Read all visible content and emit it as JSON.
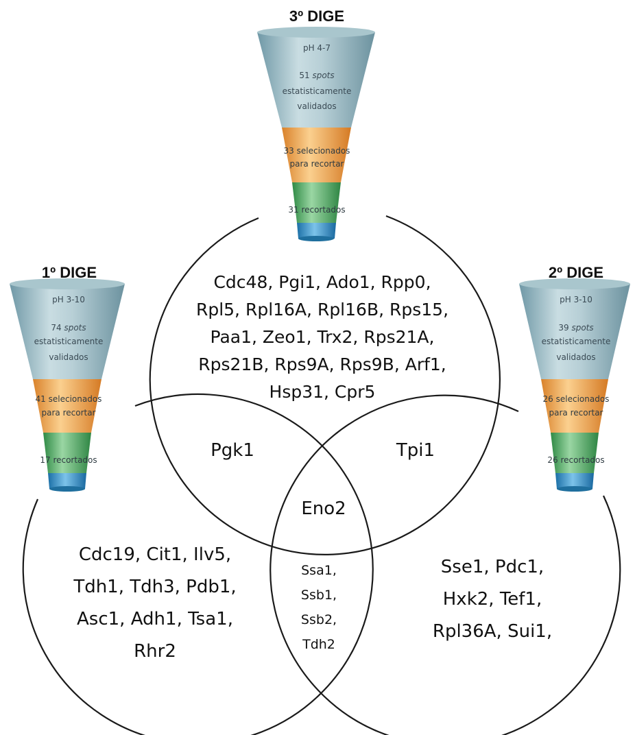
{
  "funnels": {
    "dige3": {
      "title": "3º DIGE",
      "ph": "pH 4-7",
      "spots_count": "51",
      "spots_word": "spots",
      "validated_line1": "estatisticamente",
      "validated_line2": "validados",
      "selected_line1": "33 selecionados",
      "selected_line2": "para recortar",
      "cut": "31 recortados"
    },
    "dige1": {
      "title": "1º DIGE",
      "ph": "pH 3-10",
      "spots_count": "74",
      "spots_word": "spots",
      "validated_line1": "estatisticamente",
      "validated_line2": "validados",
      "selected_line1": "41 selecionados",
      "selected_line2": "para recortar",
      "cut": "17 recortados"
    },
    "dige2": {
      "title": "2º DIGE",
      "ph": "pH 3-10",
      "spots_count": "39",
      "spots_word": "spots",
      "validated_line1": "estatisticamente",
      "validated_line2": "validados",
      "selected_line1": "26 selecionados",
      "selected_line2": "para recortar",
      "cut": "26 recortados"
    }
  },
  "venn": {
    "only_dige3": [
      "Cdc48, Pgi1, Ado1, Rpp0,",
      "Rpl5, Rpl16A, Rpl16B, Rps15,",
      "Paa1, Zeo1, Trx2, Rps21A,",
      "Rps21B, Rps9A, Rps9B, Arf1,",
      "Hsp31, Cpr5"
    ],
    "dige1_dige3": "Pgk1",
    "dige2_dige3": "Tpi1",
    "all_three": "Eno2",
    "only_dige1": [
      "Cdc19, Cit1, Ilv5,",
      "Tdh1, Tdh3, Pdb1,",
      "Asc1, Adh1, Tsa1,",
      "Rhr2"
    ],
    "dige1_dige2": [
      "Ssa1,",
      "Ssb1,",
      "Ssb2,",
      "Tdh2"
    ],
    "only_dige2": [
      "Sse1, Pdc1,",
      "Hxk2, Tef1,",
      "Rpl36A, Sui1,"
    ]
  },
  "colors": {
    "funnel_top": "#8fb3be",
    "funnel_orange": "#f0a04b",
    "funnel_green": "#4fae63",
    "funnel_blue": "#2f8fc6",
    "lines": "#1a1a1a"
  }
}
